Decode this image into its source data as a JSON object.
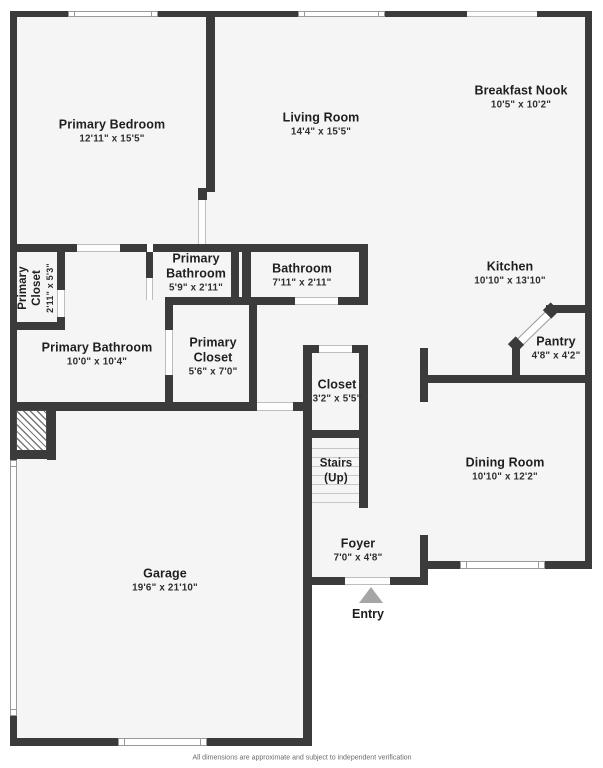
{
  "colors": {
    "wall": "#3b3b3b",
    "floor": "#f5f5f5",
    "entry_arrow": "#a6a6a6",
    "step_line": "#c7c7c7"
  },
  "rooms": [
    {
      "id": "primary-bedroom",
      "name": "Primary Bedroom",
      "dims": "12'11\" x 15'5\""
    },
    {
      "id": "living-room",
      "name": "Living Room",
      "dims": "14'4\" x 15'5\""
    },
    {
      "id": "breakfast-nook",
      "name": "Breakfast Nook",
      "dims": "10'5\" x 10'2\""
    },
    {
      "id": "kitchen",
      "name": "Kitchen",
      "dims": "10'10\" x 13'10\""
    },
    {
      "id": "pantry",
      "name": "Pantry",
      "dims": "4'8\" x 4'2\""
    },
    {
      "id": "primary-closet-side",
      "name": "Primary Closet",
      "dims": "2'11\" x 5'3\""
    },
    {
      "id": "primary-bathroom-upper",
      "name": "Primary Bathroom",
      "dims": "5'9\" x 2'11\""
    },
    {
      "id": "bathroom",
      "name": "Bathroom",
      "dims": "7'11\" x 2'11\""
    },
    {
      "id": "primary-bathroom",
      "name": "Primary Bathroom",
      "dims": "10'0\" x 10'4\""
    },
    {
      "id": "primary-closet",
      "name": "Primary Closet",
      "dims": "5'6\" x 7'0\""
    },
    {
      "id": "closet",
      "name": "Closet",
      "dims": "3'2\" x 5'5\""
    },
    {
      "id": "stairs",
      "name": "Stairs",
      "dims": "(Up)"
    },
    {
      "id": "dining-room",
      "name": "Dining Room",
      "dims": "10'10\" x 12'2\""
    },
    {
      "id": "foyer",
      "name": "Foyer",
      "dims": "7'0\" x 4'8\""
    },
    {
      "id": "garage",
      "name": "Garage",
      "dims": "19'6\" x 21'10\""
    }
  ],
  "entry": {
    "label": "Entry"
  },
  "footer": {
    "disclaimer": "All dimensions are approximate and subject to independent verification"
  }
}
